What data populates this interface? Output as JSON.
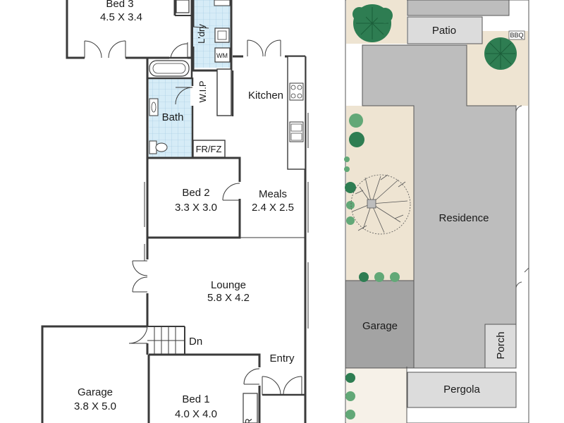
{
  "floor_plan": {
    "rooms": {
      "bed3": {
        "name": "Bed 3",
        "dims": "4.5 X 3.4"
      },
      "laundry": {
        "name": "L'dry"
      },
      "washing_machine": {
        "name": "WM"
      },
      "wip": {
        "name": "W.I.P"
      },
      "kitchen": {
        "name": "Kitchen"
      },
      "bath": {
        "name": "Bath"
      },
      "fridge_freezer": {
        "name": "FR/FZ"
      },
      "bed2": {
        "name": "Bed 2",
        "dims": "3.3 X 3.0"
      },
      "meals": {
        "name": "Meals",
        "dims": "2.4 X 2.5"
      },
      "lounge": {
        "name": "Lounge",
        "dims": "5.8 X 4.2"
      },
      "stairs_down": {
        "name": "Dn"
      },
      "entry": {
        "name": "Entry"
      },
      "garage": {
        "name": "Garage",
        "dims": "3.8 X 5.0"
      },
      "bed1": {
        "name": "Bed 1",
        "dims": "4.0 X 4.0"
      },
      "robe_partial": {
        "name": "R"
      }
    }
  },
  "site_plan": {
    "patio": "Patio",
    "bbq": "BBQ",
    "residence": "Residence",
    "garage": "Garage",
    "porch": "Porch",
    "pergola": "Pergola"
  },
  "colors": {
    "wall": "#3a3a3a",
    "wet_area_tile": "#d6ecf7",
    "building": "#bdbdbd",
    "paving": "#dcdcdc",
    "garage_roof": "#a3a3a3",
    "lawn": "#eee4d2",
    "tree": "#2e7d52",
    "tree_light": "#62a877"
  }
}
